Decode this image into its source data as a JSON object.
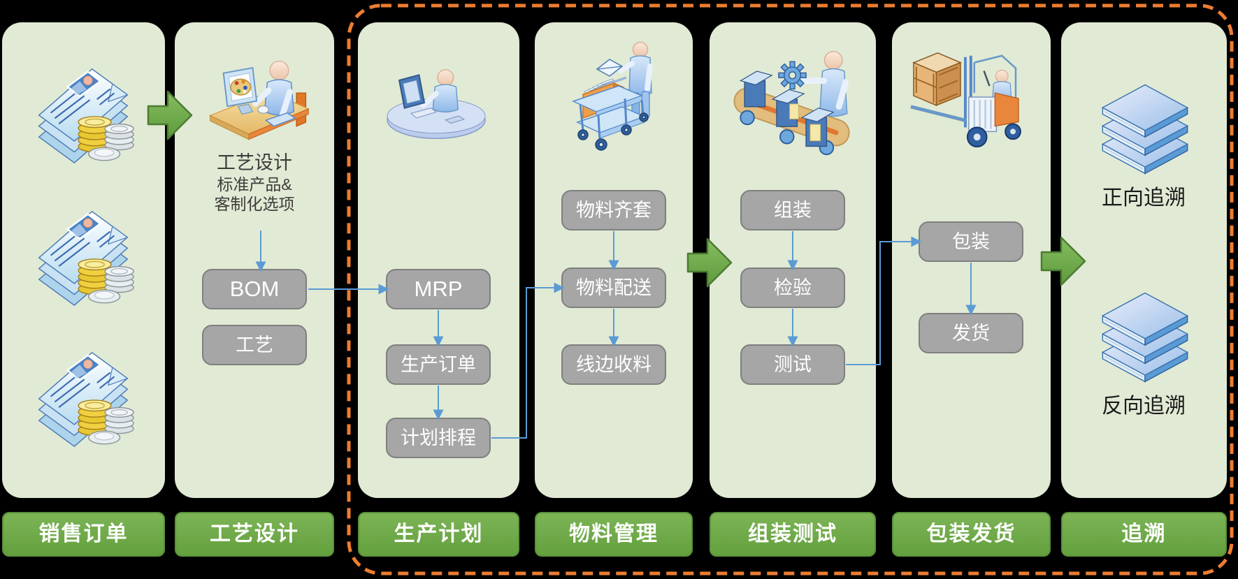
{
  "diagram": {
    "lanes": [
      {
        "name": "sales-orders",
        "label": "销售订单"
      },
      {
        "name": "process-design",
        "label": "工艺设计",
        "caption": {
          "title": "工艺设计",
          "line2": "标准产品&",
          "line3": "客制化选项"
        },
        "boxes": {
          "bom": "BOM",
          "craft": "工艺"
        }
      },
      {
        "name": "production-planning",
        "label": "生产计划",
        "boxes": {
          "mrp": "MRP",
          "order": "生产订单",
          "schedule": "计划排程"
        }
      },
      {
        "name": "material-management",
        "label": "物料管理",
        "boxes": {
          "kitting": "物料齐套",
          "delivery": "物料配送",
          "lineside": "线边收料"
        }
      },
      {
        "name": "assembly-test",
        "label": "组装测试",
        "boxes": {
          "assemble": "组装",
          "inspect": "检验",
          "test": "测试"
        }
      },
      {
        "name": "packing-shipping",
        "label": "包装发货",
        "boxes": {
          "pack": "包装",
          "ship": "发货"
        }
      },
      {
        "name": "traceability",
        "label": "追溯",
        "texts": {
          "forward": "正向追溯",
          "backward": "反向追溯"
        }
      }
    ],
    "colors": {
      "lane_background": "#e1ead4",
      "lane_bar_green": "#6fa84a",
      "node_gray": "#a6a6a6",
      "connector_blue": "#5b9bd5",
      "flow_arrow_green": "#6caa4c",
      "dashed_border_orange": "#ed7d31",
      "background": "#000000"
    }
  }
}
